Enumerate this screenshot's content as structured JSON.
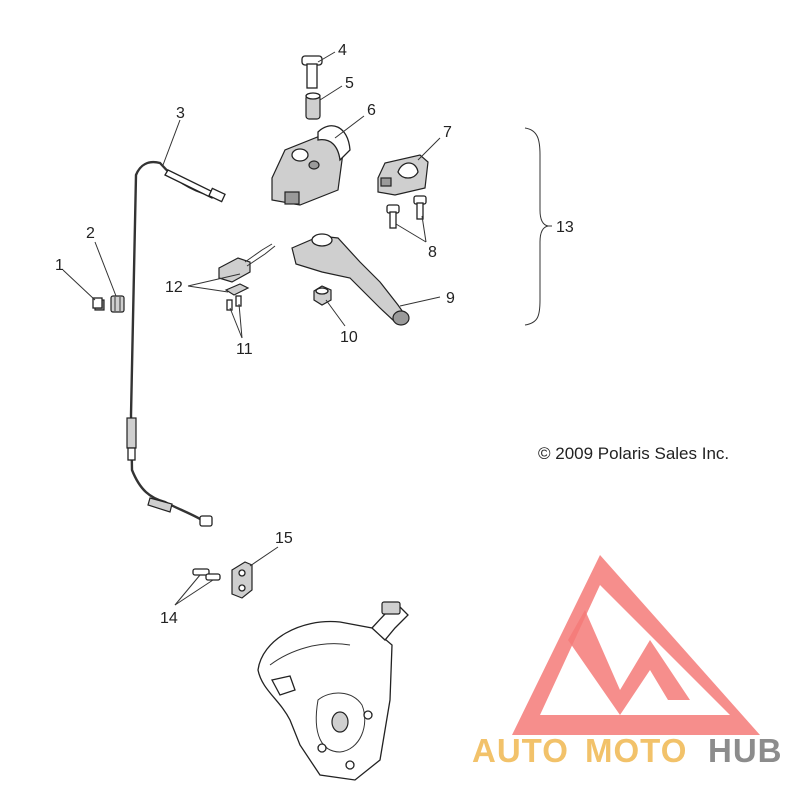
{
  "callouts": [
    {
      "id": "1",
      "label": "1"
    },
    {
      "id": "2",
      "label": "2"
    },
    {
      "id": "3",
      "label": "3"
    },
    {
      "id": "4",
      "label": "4"
    },
    {
      "id": "5",
      "label": "5"
    },
    {
      "id": "6",
      "label": "6"
    },
    {
      "id": "7",
      "label": "7"
    },
    {
      "id": "8",
      "label": "8"
    },
    {
      "id": "9",
      "label": "9"
    },
    {
      "id": "10",
      "label": "10"
    },
    {
      "id": "11",
      "label": "11"
    },
    {
      "id": "12",
      "label": "12"
    },
    {
      "id": "13",
      "label": "13"
    },
    {
      "id": "14",
      "label": "14"
    },
    {
      "id": "15",
      "label": "15"
    }
  ],
  "copyright": "© 2009 Polaris Sales Inc.",
  "watermark": {
    "part1": "AUTO",
    "part2": "MOTO",
    "part3": "HUB",
    "colors": {
      "triangle": "#f47a78",
      "auto": "#f2c26a",
      "moto": "#f2c26a",
      "hub": "#8c8c8c"
    }
  }
}
